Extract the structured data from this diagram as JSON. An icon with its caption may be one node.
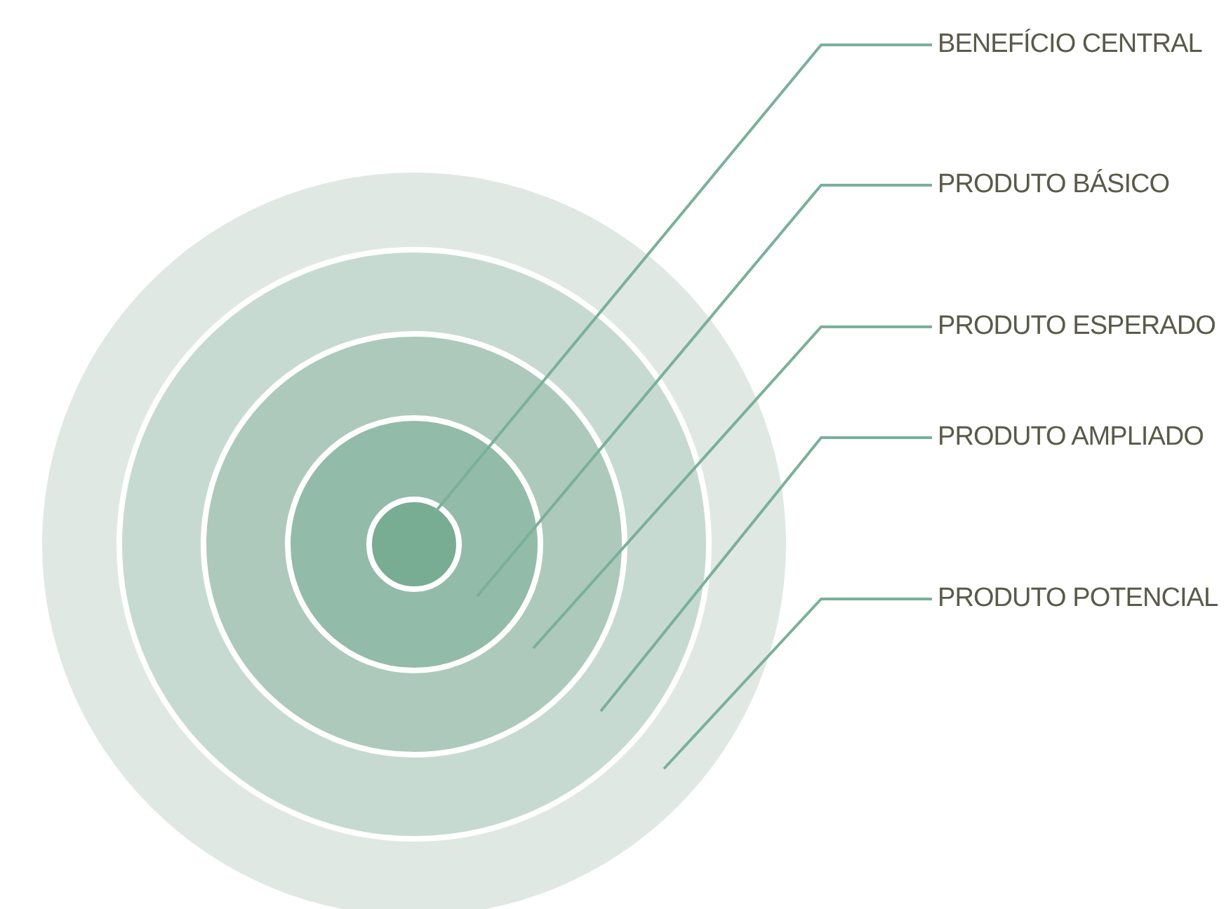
{
  "diagram": {
    "nodes": [
      {
        "text": [],
        "shape": "circle"
      },
      {
        "text": [],
        "shape": "circle",
        "in": 0
      },
      {
        "text": [],
        "shape": "circle",
        "in": 1
      },
      {
        "text": [],
        "shape": "circle",
        "in": 2
      },
      {
        "text": [],
        "shape": "circle",
        "in": 3
      },
      {
        "text": [
          "BENEFÍCIO CENTRAL"
        ]
      },
      {
        "text": [
          "PRODUTO BÁSICO"
        ]
      },
      {
        "text": [
          "PRODUTO ESPERADO"
        ]
      },
      {
        "text": [
          "PRODUTO AMPLIADO"
        ]
      },
      {
        "text": [
          "PRODUTO POTENCIAL"
        ]
      }
    ],
    "edges": [
      {
        "from": 5,
        "to": 4,
        "arrow": "none"
      },
      {
        "from": 6,
        "to": 3,
        "arrow": "none"
      },
      {
        "from": 7,
        "to": 2,
        "arrow": "none"
      },
      {
        "from": 8,
        "to": 1,
        "arrow": "none"
      },
      {
        "from": 9,
        "to": 0,
        "arrow": "none"
      }
    ]
  }
}
